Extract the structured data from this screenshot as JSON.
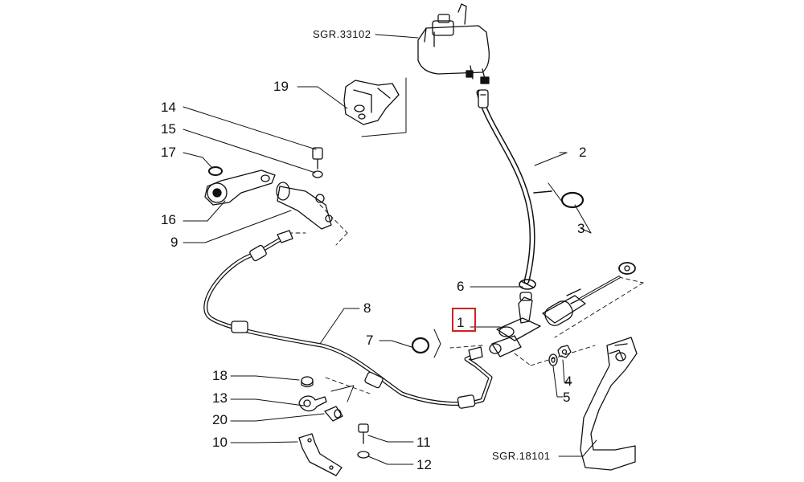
{
  "references": {
    "reservoir": "SGR.33102",
    "pedal": "SGR.18101"
  },
  "callouts": {
    "c1": "1",
    "c2": "2",
    "c3": "3",
    "c4": "4",
    "c5": "5",
    "c6": "6",
    "c7": "7",
    "c8": "8",
    "c9": "9",
    "c10": "10",
    "c11": "11",
    "c12": "12",
    "c13": "13",
    "c14": "14",
    "c15": "15",
    "c16": "16",
    "c17": "17",
    "c18": "18",
    "c19": "19",
    "c20": "20"
  },
  "highlight": {
    "callout": "1",
    "color": "#d42020"
  }
}
